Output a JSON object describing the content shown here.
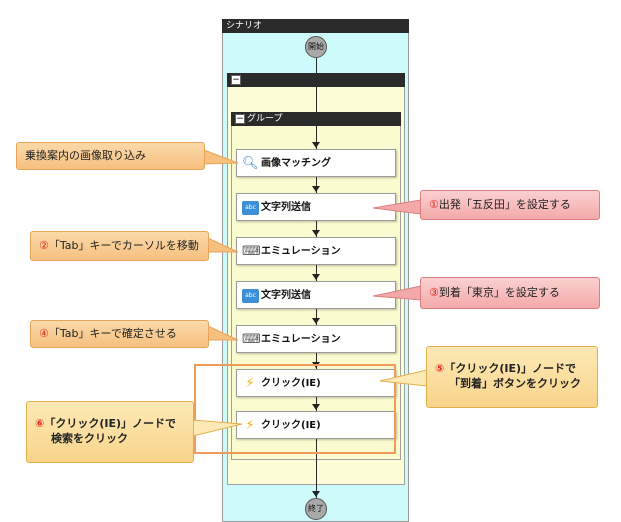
{
  "scenario": {
    "title": "シナリオ",
    "start_label": "開始",
    "end_label": "終了"
  },
  "group": {
    "label": "グループ",
    "outer_toggle": "−",
    "group_toggle": "−"
  },
  "nodes": [
    {
      "label": "画像マッチング",
      "icon": "magnifier-icon"
    },
    {
      "label": "文字列送信",
      "icon": "text-send-icon"
    },
    {
      "label": "エミュレーション",
      "icon": "emulation-icon"
    },
    {
      "label": "文字列送信",
      "icon": "text-send-icon"
    },
    {
      "label": "エミュレーション",
      "icon": "emulation-icon"
    },
    {
      "label": "クリック(IE)",
      "icon": "lightning-icon"
    },
    {
      "label": "クリック(IE)",
      "icon": "lightning-icon"
    }
  ],
  "callouts": {
    "c1": {
      "text": "乗換案内の画像取り込み"
    },
    "c2": {
      "num": "①",
      "text": "出発「五反田」を設定する"
    },
    "c3": {
      "num": "②",
      "text": "「Tab」キーでカーソルを移動"
    },
    "c4": {
      "num": "③",
      "text": "到着「東京」を設定する"
    },
    "c5": {
      "num": "④",
      "text": "「Tab」キーで確定させる"
    },
    "c6": {
      "num": "⑤",
      "line1": "「クリック(IE)」ノードで",
      "line2": "「到着」ボタンをクリック"
    },
    "c7": {
      "num": "⑥",
      "line1": "「クリック(IE)」ノードで",
      "line2": "検索をクリック"
    }
  },
  "colors": {
    "scenario_bg": "#cdfbfb",
    "group_bg": "#fbfbd0",
    "highlight": "#f29a5a",
    "callout_orange": "#f6c07f",
    "callout_pink": "#f4a9a9"
  }
}
